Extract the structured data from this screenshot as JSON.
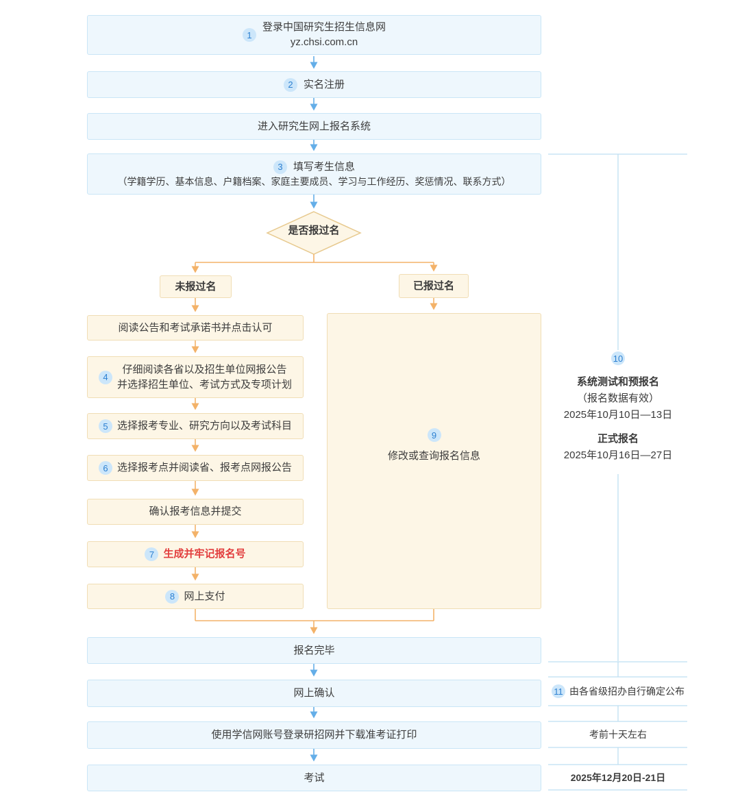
{
  "colors": {
    "box_blue_bg": "#eef7fd",
    "box_blue_border": "#c9e5f6",
    "box_cream_bg": "#fdf6e6",
    "box_cream_border": "#f0ddb4",
    "arrow_blue": "#64aee8",
    "arrow_orange": "#f3b269",
    "badge_bg": "#cce6fa",
    "badge_text": "#2d80d1",
    "highlight_red": "#e23d3d",
    "sidebar_line": "#bedff2"
  },
  "flow": {
    "step1": {
      "badge": "1",
      "title": "登录中国研究生招生信息网",
      "subtitle": "yz.chsi.com.cn"
    },
    "step2": {
      "badge": "2",
      "label": "实名注册"
    },
    "step3": {
      "label": "进入研究生网上报名系统"
    },
    "step4": {
      "badge": "3",
      "title": "填写考生信息",
      "subtitle": "（学籍学历、基本信息、户籍档案、家庭主要成员、学习与工作经历、奖惩情况、联系方式）"
    },
    "decision": {
      "label": "是否报过名"
    },
    "branch_left": {
      "label": "未报过名"
    },
    "branch_right": {
      "label": "已报过名"
    },
    "left_steps": [
      {
        "label": "阅读公告和考试承诺书并点击认可"
      },
      {
        "badge": "4",
        "line1": "仔细阅读各省以及招生单位网报公告",
        "line2": "并选择招生单位、考试方式及专项计划"
      },
      {
        "badge": "5",
        "label": "选择报考专业、研究方向以及考试科目"
      },
      {
        "badge": "6",
        "label": "选择报考点并阅读省、报考点网报公告"
      },
      {
        "label": "确认报考信息并提交"
      },
      {
        "badge": "7",
        "label": "生成并牢记报名号"
      },
      {
        "badge": "8",
        "label": "网上支付"
      }
    ],
    "modify_box": {
      "badge": "9",
      "label": "修改或查询报名信息"
    },
    "finish": {
      "label": "报名完毕"
    },
    "confirm": {
      "label": "网上确认"
    },
    "download": {
      "label": "使用学信网账号登录研招网并下载准考证打印"
    },
    "exam": {
      "label": "考试"
    }
  },
  "sidebar": {
    "badge10": "10",
    "phase1_title": "系统测试和预报名",
    "phase1_note": "（报名数据有效）",
    "phase1_dates": "2025年10月10日—13日",
    "phase2_title": "正式报名",
    "phase2_dates": "2025年10月16日—27日",
    "badge11": "11",
    "confirm_note": "由各省级招办自行确定公布",
    "admit_note": "考前十天左右",
    "exam_dates": "2025年12月20日-21日"
  }
}
